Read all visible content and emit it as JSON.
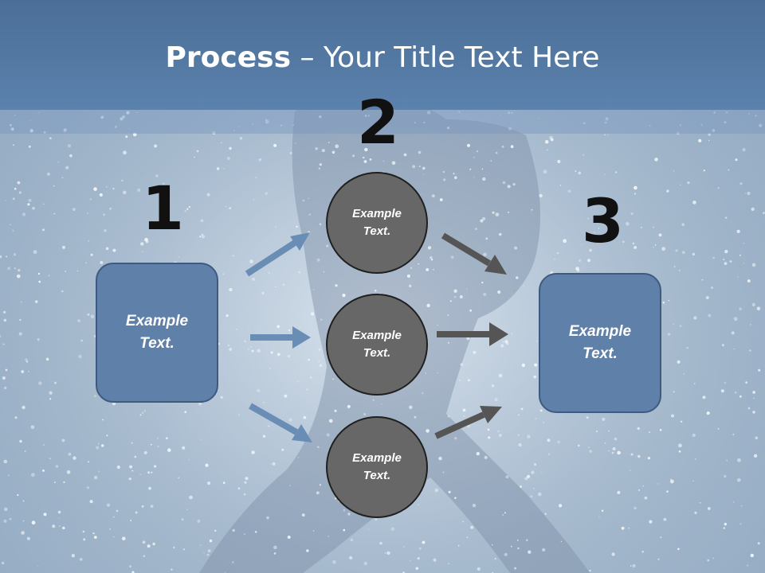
{
  "title": {
    "bold": "Process",
    "separator": " – ",
    "rest": "Your Title Text Here"
  },
  "steps": {
    "one": "1",
    "two": "2",
    "three": "3"
  },
  "left_box": {
    "line1": "Example",
    "line2": "Text."
  },
  "circles": [
    {
      "line1": "Example",
      "line2": "Text."
    },
    {
      "line1": "Example",
      "line2": "Text."
    },
    {
      "line1": "Example",
      "line2": "Text."
    }
  ],
  "right_box": {
    "line1": "Example",
    "line2": "Text."
  },
  "colors": {
    "title_bar": "#5b82ad",
    "box_fill": "#5f80a8",
    "circle_fill": "#676767",
    "blue_arrow": "#6a8db6",
    "gray_arrow": "#555555"
  }
}
